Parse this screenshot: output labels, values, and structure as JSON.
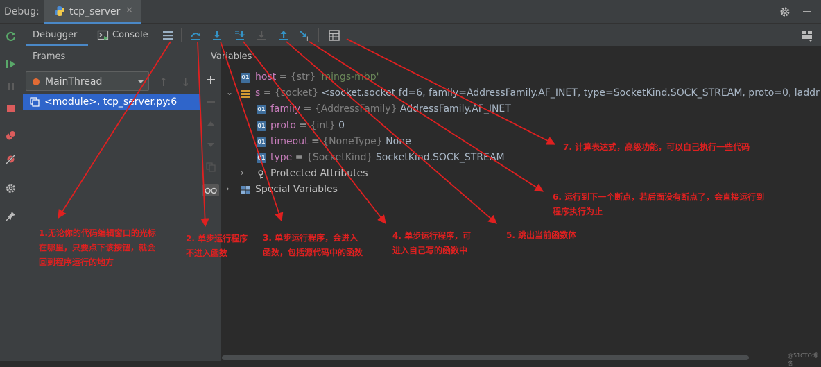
{
  "window": {
    "debug_label": "Debug:",
    "tab_title": "tcp_server",
    "tab_close": "✕"
  },
  "toolbar": {
    "tabs": [
      {
        "label": "Debugger"
      },
      {
        "label": "Console"
      }
    ],
    "icons": [
      "show-execution-point",
      "step-over",
      "step-into",
      "step-into-my-code",
      "force-step-into",
      "step-out",
      "run-to-cursor",
      "evaluate-expression"
    ]
  },
  "frames": {
    "title": "Frames",
    "thread": "MainThread",
    "rows": [
      {
        "label": "<module>, tcp_server.py:6"
      }
    ]
  },
  "variables": {
    "title": "Variables",
    "rows": [
      {
        "name": "host",
        "eq": " = ",
        "type": "{str}",
        "value": " 'mings-mbp'"
      },
      {
        "name": "s",
        "eq": " = ",
        "type": "{socket}",
        "value": " <socket.socket fd=6, family=AddressFamily.AF_INET, type=SocketKind.SOCK_STREAM, proto=0, laddr"
      },
      {
        "name": "family",
        "eq": " = ",
        "type": "{AddressFamily}",
        "value": " AddressFamily.AF_INET"
      },
      {
        "name": "proto",
        "eq": " = ",
        "type": "{int}",
        "value": " 0"
      },
      {
        "name": "timeout",
        "eq": " = ",
        "type": "{NoneType}",
        "value": " None"
      },
      {
        "name": "type",
        "eq": " = ",
        "type": "{SocketKind}",
        "value": " SocketKind.SOCK_STREAM"
      },
      {
        "label": "Protected Attributes"
      },
      {
        "label": "Special Variables"
      }
    ]
  },
  "annotations": [
    {
      "lines": [
        "1.无论你的代码编辑窗口的光标",
        "在哪里，只要点下该按钮，就会",
        "回到程序运行的地方"
      ]
    },
    {
      "lines": [
        "2. 单步运行程序",
        "不进入函数"
      ]
    },
    {
      "lines": [
        "3. 单步运行程序，会进入",
        "函数，包括源代码中的函数"
      ]
    },
    {
      "lines": [
        "4. 单步运行程序，可",
        "进入自己写的函数中"
      ]
    },
    {
      "lines": [
        "5. 跳出当前函数体"
      ]
    },
    {
      "lines": [
        "6. 运行到下一个断点，若后面没有断点了，会直接运行到",
        "程序执行为止"
      ]
    },
    {
      "lines": [
        "7. 计算表达式，高级功能，可以自己执行一些代码"
      ]
    }
  ],
  "watermark": "@51CTO博客",
  "colors": {
    "annotation": "#e02020",
    "selection": "#2f65ca",
    "accent": "#4a88c7"
  }
}
